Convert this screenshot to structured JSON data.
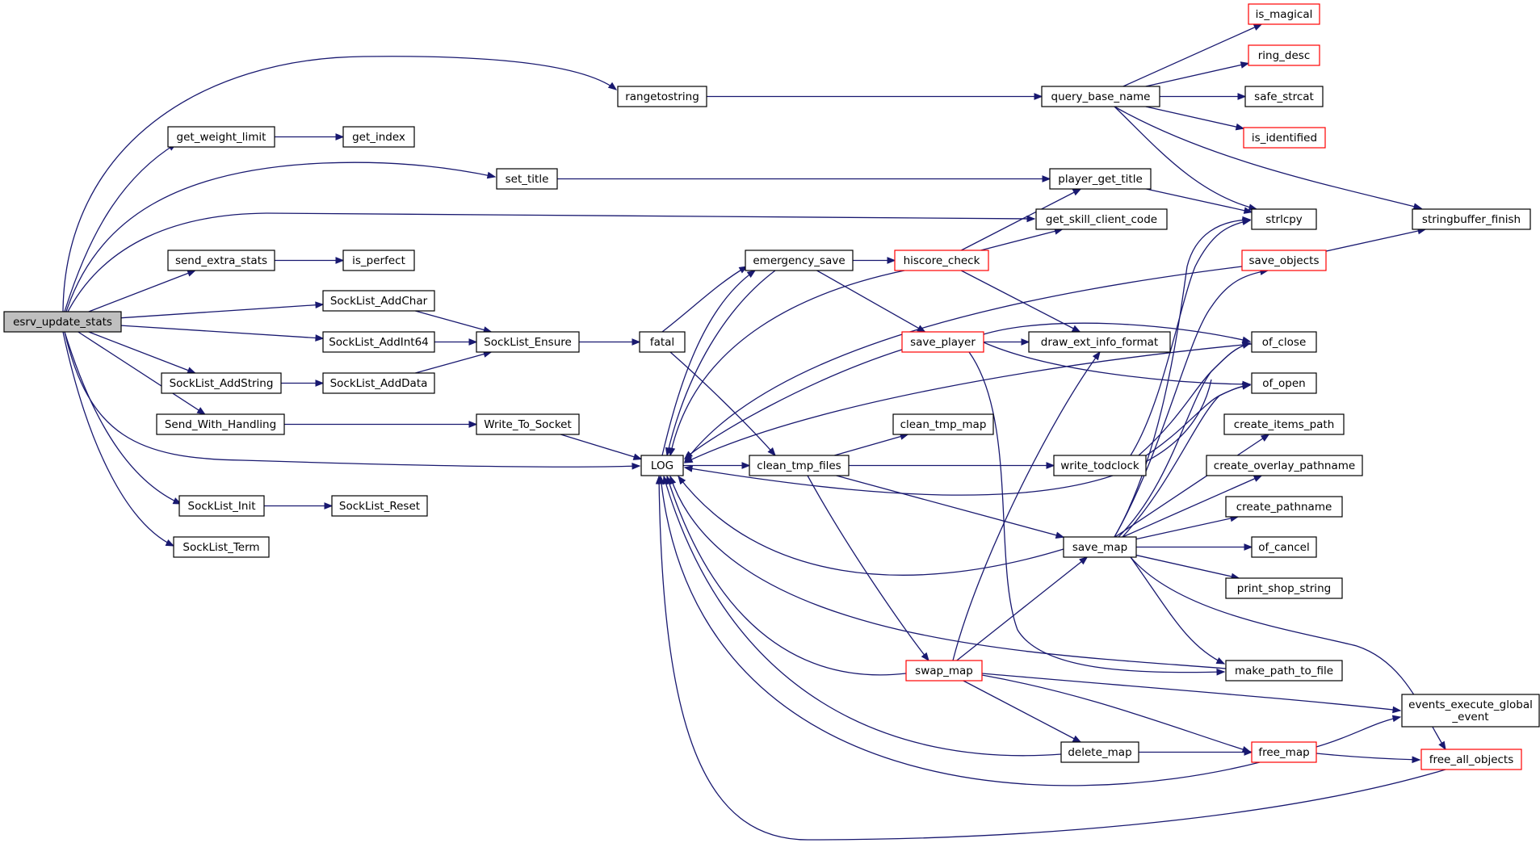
{
  "colors": {
    "edge": "#191970",
    "root_fill": "#bfbfbf",
    "node_fill": "#ffffff",
    "normal_border": "#000000",
    "truncated_border": "#ff0000"
  },
  "nodes": [
    {
      "id": "esrv_update_stats",
      "label": "esrv_update_stats",
      "style": "root"
    },
    {
      "id": "rangetostring",
      "label": "rangetostring",
      "style": "normal"
    },
    {
      "id": "get_weight_limit",
      "label": "get_weight_limit",
      "style": "normal"
    },
    {
      "id": "get_index",
      "label": "get_index",
      "style": "normal"
    },
    {
      "id": "set_title",
      "label": "set_title",
      "style": "normal"
    },
    {
      "id": "send_extra_stats",
      "label": "send_extra_stats",
      "style": "normal"
    },
    {
      "id": "is_perfect",
      "label": "is_perfect",
      "style": "normal"
    },
    {
      "id": "SockList_AddChar",
      "label": "SockList_AddChar",
      "style": "normal"
    },
    {
      "id": "SockList_AddInt64",
      "label": "SockList_AddInt64",
      "style": "normal"
    },
    {
      "id": "SockList_Ensure",
      "label": "SockList_Ensure",
      "style": "normal"
    },
    {
      "id": "SockList_AddString",
      "label": "SockList_AddString",
      "style": "normal"
    },
    {
      "id": "SockList_AddData",
      "label": "SockList_AddData",
      "style": "normal"
    },
    {
      "id": "Send_With_Handling",
      "label": "Send_With_Handling",
      "style": "normal"
    },
    {
      "id": "Write_To_Socket",
      "label": "Write_To_Socket",
      "style": "normal"
    },
    {
      "id": "SockList_Init",
      "label": "SockList_Init",
      "style": "normal"
    },
    {
      "id": "SockList_Reset",
      "label": "SockList_Reset",
      "style": "normal"
    },
    {
      "id": "SockList_Term",
      "label": "SockList_Term",
      "style": "normal"
    },
    {
      "id": "fatal",
      "label": "fatal",
      "style": "normal"
    },
    {
      "id": "LOG",
      "label": "LOG",
      "style": "normal"
    },
    {
      "id": "emergency_save",
      "label": "emergency_save",
      "style": "normal"
    },
    {
      "id": "clean_tmp_files",
      "label": "clean_tmp_files",
      "style": "normal"
    },
    {
      "id": "hiscore_check",
      "label": "hiscore_check",
      "style": "truncated"
    },
    {
      "id": "save_player",
      "label": "save_player",
      "style": "truncated"
    },
    {
      "id": "clean_tmp_map",
      "label": "clean_tmp_map",
      "style": "normal"
    },
    {
      "id": "swap_map",
      "label": "swap_map",
      "style": "truncated"
    },
    {
      "id": "query_base_name",
      "label": "query_base_name",
      "style": "normal"
    },
    {
      "id": "player_get_title",
      "label": "player_get_title",
      "style": "normal"
    },
    {
      "id": "get_skill_client_code",
      "label": "get_skill_client_code",
      "style": "normal"
    },
    {
      "id": "draw_ext_info_format",
      "label": "draw_ext_info_format",
      "style": "normal"
    },
    {
      "id": "write_todclock",
      "label": "write_todclock",
      "style": "normal"
    },
    {
      "id": "save_map",
      "label": "save_map",
      "style": "normal"
    },
    {
      "id": "delete_map",
      "label": "delete_map",
      "style": "normal"
    },
    {
      "id": "is_magical",
      "label": "is_magical",
      "style": "truncated"
    },
    {
      "id": "ring_desc",
      "label": "ring_desc",
      "style": "truncated"
    },
    {
      "id": "safe_strcat",
      "label": "safe_strcat",
      "style": "normal"
    },
    {
      "id": "is_identified",
      "label": "is_identified",
      "style": "truncated"
    },
    {
      "id": "strlcpy",
      "label": "strlcpy",
      "style": "normal"
    },
    {
      "id": "save_objects",
      "label": "save_objects",
      "style": "truncated"
    },
    {
      "id": "of_close",
      "label": "of_close",
      "style": "normal"
    },
    {
      "id": "of_open",
      "label": "of_open",
      "style": "normal"
    },
    {
      "id": "create_items_path",
      "label": "create_items_path",
      "style": "normal"
    },
    {
      "id": "create_overlay_pathname",
      "label": "create_overlay_pathname",
      "style": "normal"
    },
    {
      "id": "create_pathname",
      "label": "create_pathname",
      "style": "normal"
    },
    {
      "id": "of_cancel",
      "label": "of_cancel",
      "style": "normal"
    },
    {
      "id": "print_shop_string",
      "label": "print_shop_string",
      "style": "normal"
    },
    {
      "id": "make_path_to_file",
      "label": "make_path_to_file",
      "style": "normal"
    },
    {
      "id": "free_map",
      "label": "free_map",
      "style": "truncated"
    },
    {
      "id": "stringbuffer_finish",
      "label": "stringbuffer_finish",
      "style": "normal"
    },
    {
      "id": "events_execute_global_event",
      "label": "events_execute_global\n_event",
      "style": "normal"
    },
    {
      "id": "free_all_objects",
      "label": "free_all_objects",
      "style": "truncated"
    }
  ],
  "edges": [
    [
      "esrv_update_stats",
      "rangetostring"
    ],
    [
      "esrv_update_stats",
      "get_weight_limit"
    ],
    [
      "esrv_update_stats",
      "set_title"
    ],
    [
      "esrv_update_stats",
      "get_skill_client_code"
    ],
    [
      "esrv_update_stats",
      "send_extra_stats"
    ],
    [
      "esrv_update_stats",
      "SockList_AddChar"
    ],
    [
      "esrv_update_stats",
      "SockList_AddInt64"
    ],
    [
      "esrv_update_stats",
      "SockList_AddString"
    ],
    [
      "esrv_update_stats",
      "Send_With_Handling"
    ],
    [
      "esrv_update_stats",
      "LOG"
    ],
    [
      "esrv_update_stats",
      "SockList_Init"
    ],
    [
      "esrv_update_stats",
      "SockList_Term"
    ],
    [
      "rangetostring",
      "query_base_name"
    ],
    [
      "get_weight_limit",
      "get_index"
    ],
    [
      "set_title",
      "player_get_title"
    ],
    [
      "send_extra_stats",
      "is_perfect"
    ],
    [
      "SockList_AddChar",
      "SockList_Ensure"
    ],
    [
      "SockList_AddInt64",
      "SockList_Ensure"
    ],
    [
      "SockList_AddString",
      "SockList_AddData"
    ],
    [
      "SockList_AddData",
      "SockList_Ensure"
    ],
    [
      "SockList_Ensure",
      "fatal"
    ],
    [
      "Send_With_Handling",
      "Write_To_Socket"
    ],
    [
      "Write_To_Socket",
      "LOG"
    ],
    [
      "SockList_Init",
      "SockList_Reset"
    ],
    [
      "fatal",
      "emergency_save"
    ],
    [
      "fatal",
      "clean_tmp_files"
    ],
    [
      "LOG",
      "emergency_save"
    ],
    [
      "LOG",
      "clean_tmp_files"
    ],
    [
      "emergency_save",
      "hiscore_check"
    ],
    [
      "emergency_save",
      "save_player"
    ],
    [
      "emergency_save",
      "LOG"
    ],
    [
      "hiscore_check",
      "player_get_title"
    ],
    [
      "hiscore_check",
      "get_skill_client_code"
    ],
    [
      "hiscore_check",
      "draw_ext_info_format"
    ],
    [
      "hiscore_check",
      "LOG"
    ],
    [
      "save_player",
      "draw_ext_info_format"
    ],
    [
      "save_player",
      "of_close"
    ],
    [
      "save_player",
      "of_open"
    ],
    [
      "save_player",
      "make_path_to_file"
    ],
    [
      "save_player",
      "LOG"
    ],
    [
      "save_objects",
      "LOG"
    ],
    [
      "save_objects",
      "stringbuffer_finish"
    ],
    [
      "of_close",
      "LOG"
    ],
    [
      "clean_tmp_files",
      "clean_tmp_map"
    ],
    [
      "clean_tmp_files",
      "write_todclock"
    ],
    [
      "clean_tmp_files",
      "save_map"
    ],
    [
      "clean_tmp_files",
      "swap_map"
    ],
    [
      "write_todclock",
      "strlcpy"
    ],
    [
      "write_todclock",
      "of_close"
    ],
    [
      "write_todclock",
      "of_open"
    ],
    [
      "write_todclock",
      "LOG"
    ],
    [
      "swap_map",
      "draw_ext_info_format"
    ],
    [
      "swap_map",
      "save_map"
    ],
    [
      "swap_map",
      "delete_map"
    ],
    [
      "swap_map",
      "free_map"
    ],
    [
      "swap_map",
      "events_execute_global_event"
    ],
    [
      "swap_map",
      "LOG"
    ],
    [
      "save_map",
      "save_objects"
    ],
    [
      "save_map",
      "strlcpy"
    ],
    [
      "save_map",
      "of_close"
    ],
    [
      "save_map",
      "of_open"
    ],
    [
      "save_map",
      "create_items_path"
    ],
    [
      "save_map",
      "create_overlay_pathname"
    ],
    [
      "save_map",
      "create_pathname"
    ],
    [
      "save_map",
      "of_cancel"
    ],
    [
      "save_map",
      "print_shop_string"
    ],
    [
      "save_map",
      "make_path_to_file"
    ],
    [
      "save_map",
      "free_all_objects"
    ],
    [
      "save_map",
      "LOG"
    ],
    [
      "make_path_to_file",
      "LOG"
    ],
    [
      "delete_map",
      "free_map"
    ],
    [
      "delete_map",
      "LOG"
    ],
    [
      "free_map",
      "events_execute_global_event"
    ],
    [
      "free_map",
      "free_all_objects"
    ],
    [
      "free_map",
      "LOG"
    ],
    [
      "free_all_objects",
      "LOG"
    ],
    [
      "query_base_name",
      "is_magical"
    ],
    [
      "query_base_name",
      "ring_desc"
    ],
    [
      "query_base_name",
      "safe_strcat"
    ],
    [
      "query_base_name",
      "is_identified"
    ],
    [
      "query_base_name",
      "strlcpy"
    ],
    [
      "query_base_name",
      "stringbuffer_finish"
    ],
    [
      "player_get_title",
      "strlcpy"
    ]
  ]
}
